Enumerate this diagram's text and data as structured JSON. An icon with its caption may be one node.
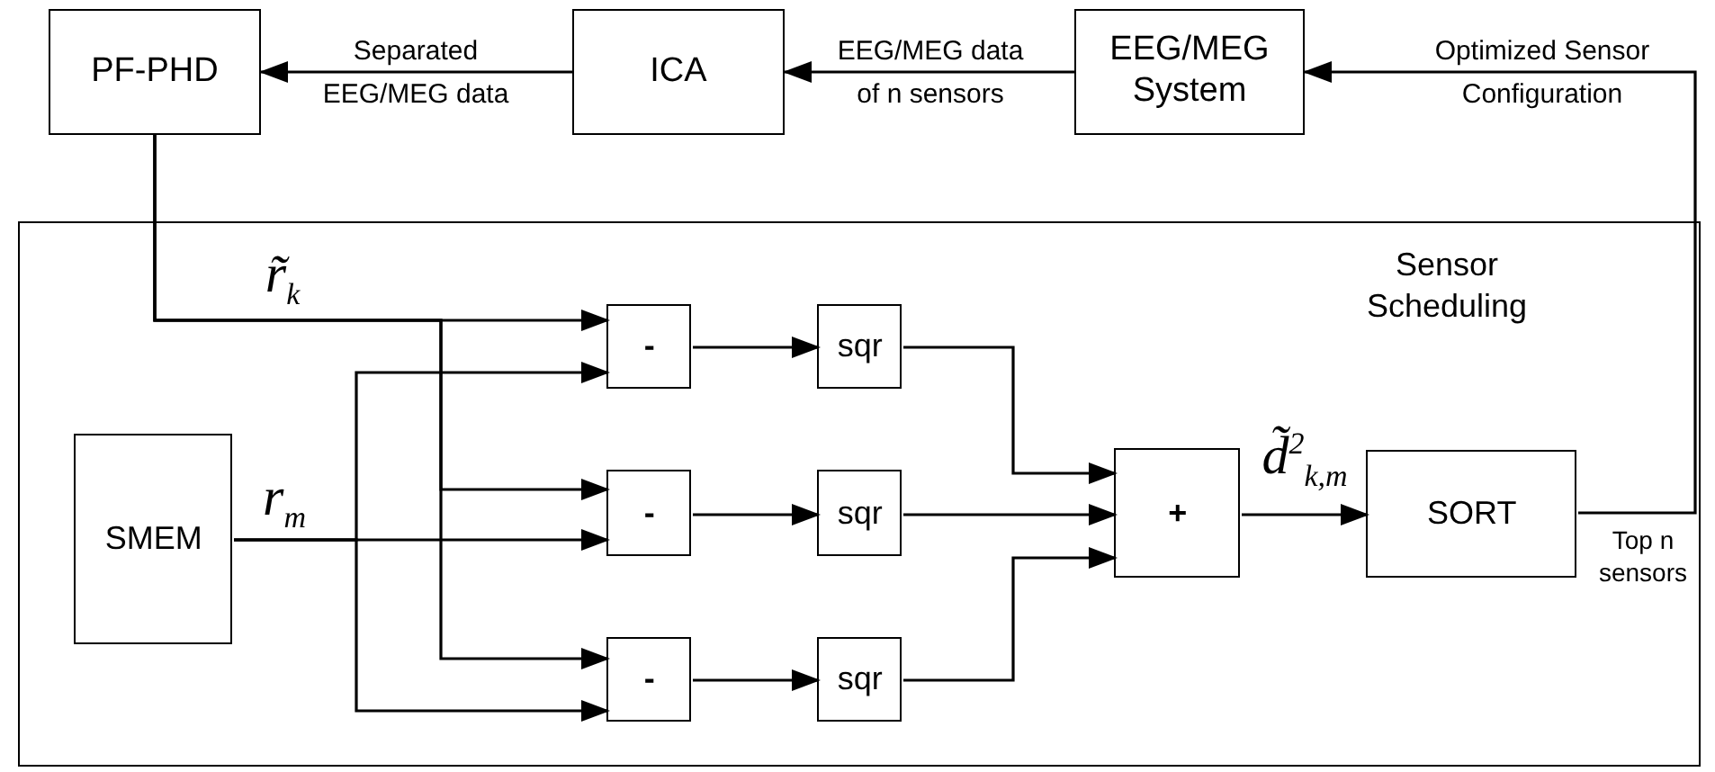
{
  "diagram": {
    "nodes": [
      {
        "text": [
          "PF-PHD"
        ]
      },
      {
        "text": [
          "ICA"
        ]
      },
      {
        "text": [
          "EEG/MEG System"
        ]
      },
      {
        "text": [
          "Sensor Scheduling"
        ]
      },
      {
        "text": [
          "SMEM"
        ],
        "in": 3
      },
      {
        "text": [
          "-"
        ],
        "in": 3
      },
      {
        "text": [
          "-"
        ],
        "in": 3
      },
      {
        "text": [
          "-"
        ],
        "in": 3
      },
      {
        "text": [
          "sqr"
        ],
        "in": 3
      },
      {
        "text": [
          "sqr"
        ],
        "in": 3
      },
      {
        "text": [
          "sqr"
        ],
        "in": 3
      },
      {
        "text": [
          "+"
        ],
        "in": 3
      },
      {
        "text": [
          "SORT"
        ],
        "beside": [
          "Top n sensors"
        ],
        "in": 3
      }
    ],
    "edges": [
      {
        "from": 1,
        "to": 0,
        "arrow": "to",
        "label": "Separated EEG/MEG data"
      },
      {
        "from": 2,
        "to": 1,
        "arrow": "to",
        "label": "EEG/MEG data of n sensors"
      },
      {
        "from": 12,
        "to": 2,
        "arrow": "to",
        "label": "Optimized Sensor Configuration"
      },
      {
        "from": 0,
        "to": 5,
        "arrow": "to",
        "label": "r̃$_{k}$"
      },
      {
        "from": 0,
        "to": 6,
        "arrow": "to"
      },
      {
        "from": 0,
        "to": 7,
        "arrow": "to"
      },
      {
        "from": 4,
        "to": 5,
        "arrow": "to"
      },
      {
        "from": 4,
        "to": 6,
        "arrow": "to",
        "label": "r$_{m}$"
      },
      {
        "from": 4,
        "to": 7,
        "arrow": "to"
      },
      {
        "from": 5,
        "to": 8,
        "arrow": "to"
      },
      {
        "from": 6,
        "to": 9,
        "arrow": "to"
      },
      {
        "from": 7,
        "to": 10,
        "arrow": "to"
      },
      {
        "from": 8,
        "to": 11,
        "arrow": "to"
      },
      {
        "from": 9,
        "to": 11,
        "arrow": "to"
      },
      {
        "from": 10,
        "to": 11,
        "arrow": "to"
      },
      {
        "from": 11,
        "to": 12,
        "arrow": "to",
        "label": "d̃$^{2}$$_{k,m}$"
      }
    ]
  }
}
